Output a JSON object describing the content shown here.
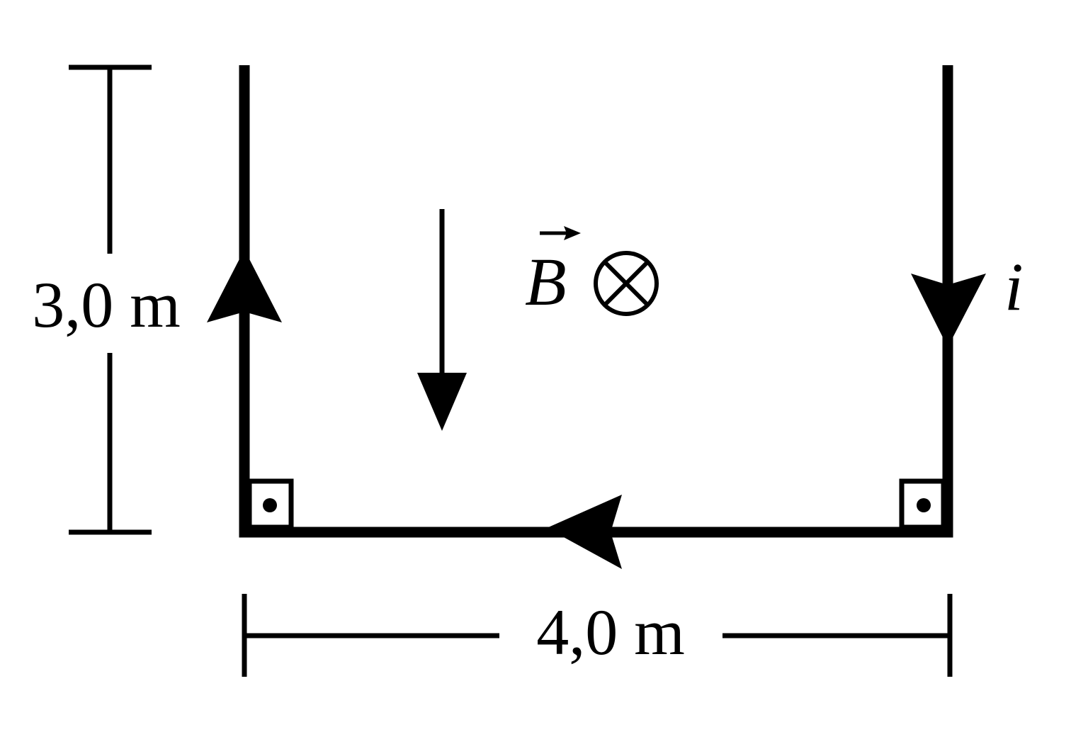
{
  "diagram": {
    "height_label": "3,0 m",
    "width_label": "4,0 m",
    "field_symbol": "B",
    "current_symbol": "i",
    "colors": {
      "ink": "#000000",
      "background": "#ffffff"
    },
    "icons": {
      "field_direction": "into-page-cross-icon",
      "corner_marks": "right-angle-dot-icon"
    }
  }
}
